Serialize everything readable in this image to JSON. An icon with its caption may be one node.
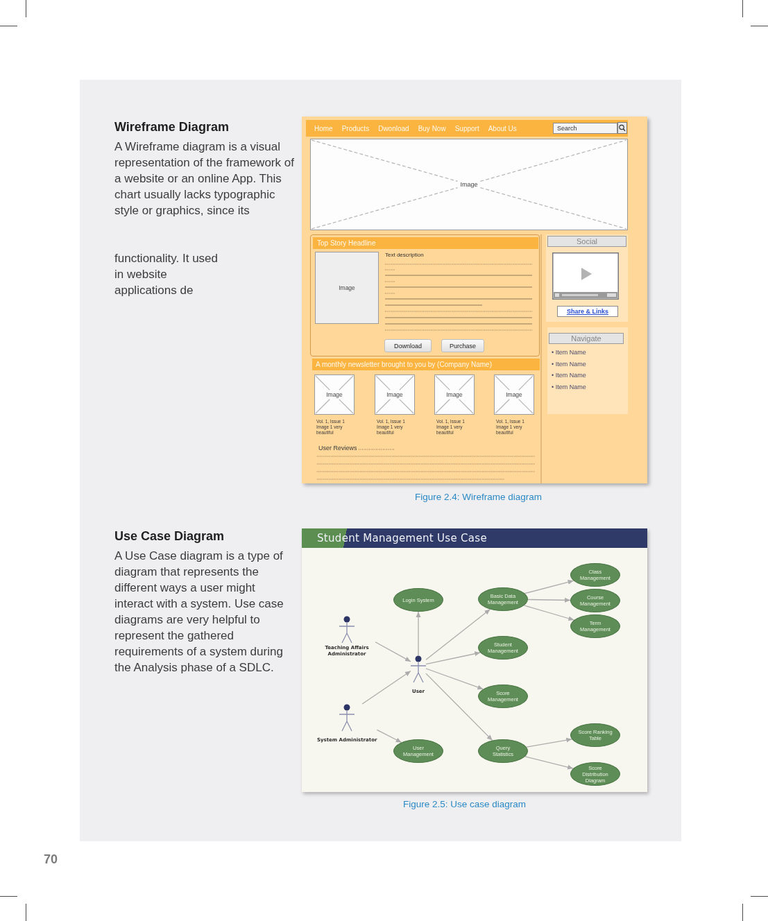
{
  "diagram": {
    "nodes": [
      {
        "text": [
          "Home",
          "Products",
          "Dwonload",
          "Buy Now",
          "Support",
          "About Us"
        ]
      },
      {
        "text": [
          "Search"
        ],
        "in": 0
      },
      {
        "text": [
          "Image"
        ]
      },
      {
        "text": [
          "Text description"
        ]
      },
      {
        "text": [
          "Top Story Headline"
        ],
        "in": 3
      },
      {
        "text": [
          "Image"
        ],
        "in": 3
      },
      {
        "text": [
          "Download"
        ],
        "in": 3
      },
      {
        "text": [
          "Purchase"
        ],
        "in": 3
      },
      {
        "text": [
          "A monthly newsletter brought to you by (Company Name)"
        ]
      },
      {
        "text": [
          "Image"
        ],
        "beside": [
          "Vol. 1, Issue 1 Image 1 very beautiful"
        ]
      },
      {
        "text": [
          "Image"
        ],
        "beside": [
          "Vol. 1, Issue 1 Image 1 very beautiful"
        ]
      },
      {
        "text": [
          "Image"
        ],
        "beside": [
          "Vol. 1, Issue 1 Image 1 very beautiful"
        ]
      },
      {
        "text": [
          "Image"
        ],
        "beside": [
          "Vol. 1, Issue 1 Image 1 very beautiful"
        ]
      },
      {
        "text": [
          "Social"
        ]
      },
      {
        "text": [
          "Share & Links"
        ]
      },
      {
        "text": [
          "• Item Name",
          "• Item Name",
          "• Item Name",
          "• Item Name"
        ]
      },
      {
        "text": [
          "Navigate"
        ],
        "in": 15
      },
      {
        "text": [
          "Student Management Use Case"
        ]
      },
      {
        "text": [
          "Login System"
        ]
      },
      {
        "text": [
          "Basic Data Management"
        ]
      },
      {
        "text": [
          "Class Management"
        ]
      },
      {
        "text": [
          "Course Management"
        ]
      },
      {
        "text": [
          "Teaching Affairs Administrator"
        ]
      },
      {
        "text": [
          "Term Management"
        ]
      },
      {
        "text": [
          "Student Management"
        ]
      },
      {
        "text": [
          "User"
        ]
      },
      {
        "text": [
          "Score Management"
        ]
      },
      {
        "text": [
          "System Administrator"
        ]
      },
      {
        "text": [
          "Score Ranking Table"
        ]
      },
      {
        "text": [
          "User Management"
        ]
      },
      {
        "text": [
          "Query Statistics"
        ]
      },
      {
        "text": [
          "Score Distribution Diagram"
        ]
      }
    ],
    "edges": [
      {
        "from": 22,
        "to": 25,
        "arrow": "to"
      },
      {
        "from": 27,
        "to": 25,
        "arrow": "to"
      },
      {
        "from": 27,
        "to": 29,
        "arrow": "to"
      },
      {
        "from": 25,
        "to": 18,
        "arrow": "to"
      },
      {
        "from": 25,
        "to": 19,
        "arrow": "to"
      },
      {
        "from": 25,
        "to": 24,
        "arrow": "to"
      },
      {
        "from": 25,
        "to": 26,
        "arrow": "to"
      },
      {
        "from": 25,
        "to": 30,
        "arrow": "to"
      },
      {
        "from": 19,
        "to": 20,
        "arrow": "to"
      },
      {
        "from": 19,
        "to": 21,
        "arrow": "to"
      },
      {
        "from": 19,
        "to": 23,
        "arrow": "to"
      },
      {
        "from": 30,
        "to": 28,
        "arrow": "to"
      },
      {
        "from": 30,
        "to": 31,
        "arrow": "to"
      }
    ],
    "labels": [
      "Wireframe Diagram",
      "A Wireframe diagram is a visual representation of the framework of a website or an online App. This chart usually lacks typographic style or graphics, since its",
      "functionality. It used in website applications de",
      "User Reviews",
      "Figure 2.4: Wireframe diagram",
      "Use Case Diagram",
      "A Use Case diagram is a type of diagram that represents the different ways a user might interact with a system. Use case diagrams are very helpful to represent the gathered requirements of a system during the Analysis phase of a SDLC.",
      "Figure 2.5: Use case diagram",
      "70"
    ]
  }
}
